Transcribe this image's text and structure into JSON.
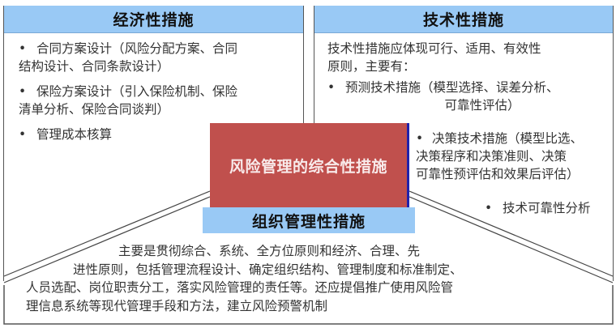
{
  "economic": {
    "title": "经济性措施",
    "items": [
      {
        "bullet": "•",
        "line1": "合同方案设计（风险分配方案、合同",
        "line2": "结构设计、合同条款设计）"
      },
      {
        "bullet": "•",
        "line1": "保险方案设计（引入保险机制、保险",
        "line2": "清单分析、保险合同谈判）"
      },
      {
        "bullet": "•",
        "line1": "管理成本核算",
        "line2": ""
      }
    ]
  },
  "technical": {
    "title": "技术性措施",
    "intro_line1": "技术性措施应体现可行、适用、有效性",
    "intro_line2": "原则，主要有：",
    "items": [
      {
        "bullet": "•",
        "line1": "预测技术措施（模型选择、误差分析、",
        "line2": "可靠性评估）"
      },
      {
        "bullet": "•",
        "line1": "决策技术措施（模型比选、",
        "line2": "决策程序和决策准则、决策",
        "line3": "可靠性预评估和效果后评估）"
      },
      {
        "bullet": "•",
        "line1": "技术可靠性分析"
      }
    ]
  },
  "center": {
    "title": "风险管理的综合性措施"
  },
  "organizational": {
    "title": "组织管理性措施",
    "lines": [
      "主要是贯彻综合、系统、全方位原则和经济、合理、先",
      "进性原则，包括管理流程设计、确定组织结构、管理制度和标准制定、",
      "人员选配、岗位职责分工，落实风险管理的责任等。还应提倡推广使用风险管",
      "理信息系统等现代管理手段和方法，建立风险预警机制"
    ]
  },
  "colors": {
    "header_blue": "#99c9f5",
    "center_red": "#c0504d",
    "edge_blue": "#2222aa",
    "border": "#555555"
  }
}
